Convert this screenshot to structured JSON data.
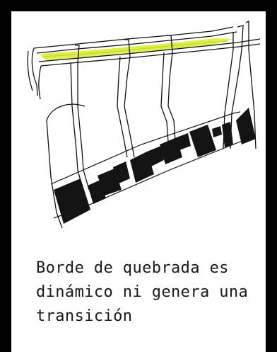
{
  "caption": {
    "line1": "Borde de quebrada es",
    "line2": "dinámico ni genera una",
    "line3": "transición"
  },
  "colors": {
    "frame": "#000000",
    "stream_highlight": "#d9ec3a",
    "linework": "#111111",
    "blocks": "#141414"
  },
  "icons": [
    "site-plan-diagram"
  ]
}
